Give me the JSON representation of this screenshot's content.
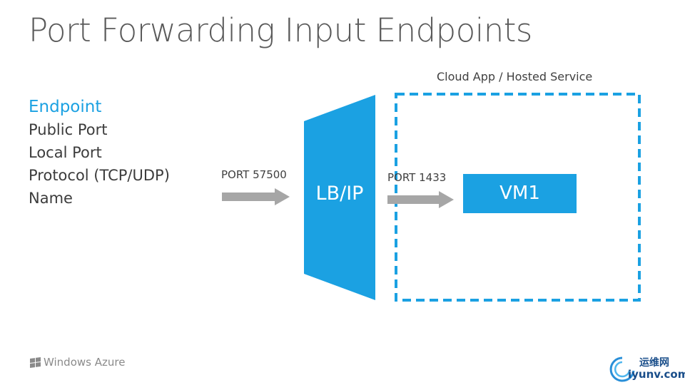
{
  "slide": {
    "title": "Port Forwarding Input Endpoints"
  },
  "endpoint_props": {
    "heading": "Endpoint",
    "items": [
      "Public Port",
      "Local Port",
      "Protocol (TCP/UDP)",
      "Name"
    ]
  },
  "diagram": {
    "cloud_label": "Cloud App / Hosted Service",
    "public_port_label": "PORT 57500",
    "local_port_label": "PORT 1433",
    "lb_label": "LB/IP",
    "vm_label": "VM1"
  },
  "footer": {
    "brand": "Windows Azure",
    "watermark_cn": "运维网",
    "watermark_en": "iyunv.com"
  },
  "colors": {
    "accent": "#1ba1e2",
    "arrow": "#a6a6a6",
    "text": "#404040"
  }
}
